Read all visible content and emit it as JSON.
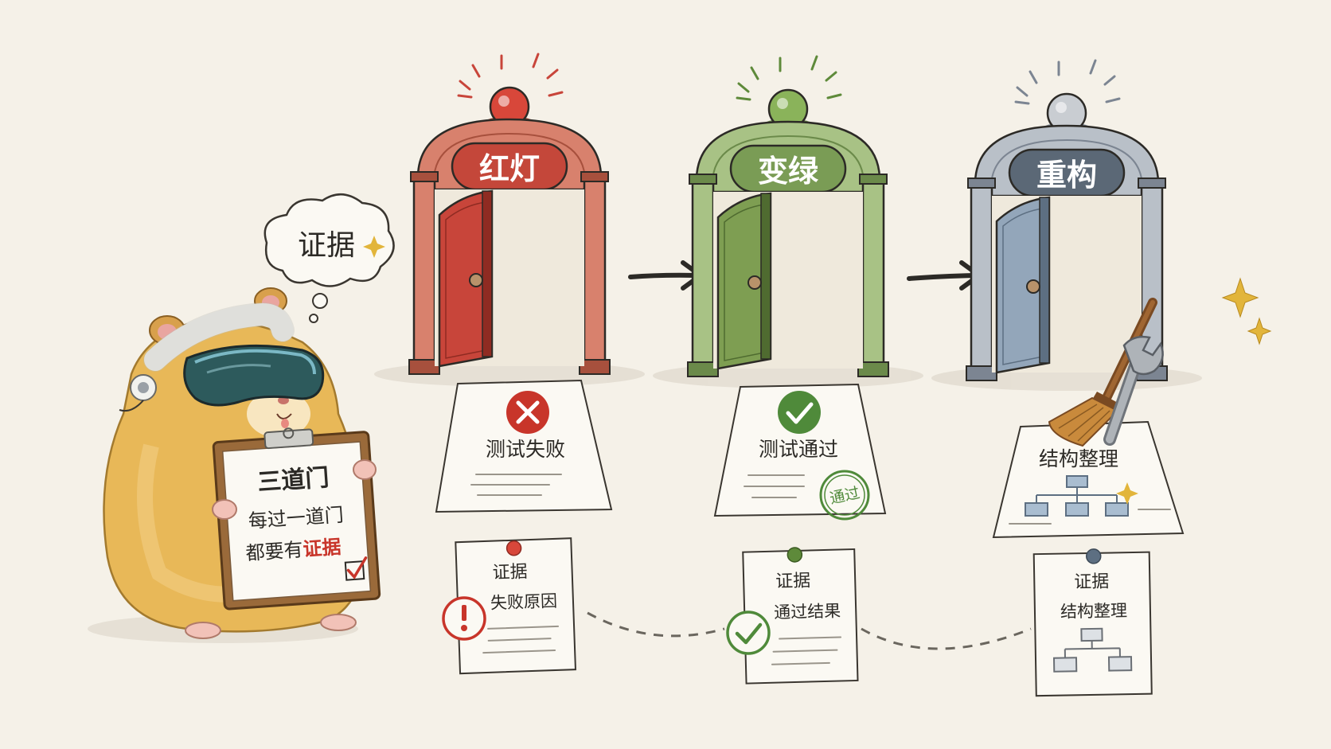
{
  "thought_bubble": {
    "text": "证据"
  },
  "hamster_sign": {
    "line1": "三道门",
    "line2": "每过一道门",
    "line3_prefix": "都要有",
    "line3_highlight": "证据"
  },
  "gates": [
    {
      "label": "红灯",
      "colors": {
        "arch": "#d8816d",
        "arch_dark": "#a7503d",
        "banner": "#c4473a",
        "door": "#c8453a",
        "door_dark": "#8f2b22",
        "lamp": "#d8473a",
        "rays": "#c8453a"
      },
      "card_title": "测试失败",
      "card_icon": "cross-icon",
      "evidence_title": "证据",
      "evidence_text": "失败原因",
      "evidence_icon": "exclamation-icon",
      "pin_color": "#d8473a"
    },
    {
      "label": "变绿",
      "colors": {
        "arch": "#a8c285",
        "arch_dark": "#6b8a4a",
        "banner": "#7a9c55",
        "door": "#7e9e52",
        "door_dark": "#4f6b30",
        "lamp": "#8ab35a",
        "rays": "#5e8a3a"
      },
      "card_title": "测试通过",
      "card_icon": "check-icon",
      "card_stamp": "通过",
      "evidence_title": "证据",
      "evidence_text": "通过结果",
      "evidence_icon": "check-icon",
      "pin_color": "#5e8a3a"
    },
    {
      "label": "重构",
      "colors": {
        "arch": "#b9c0c8",
        "arch_dark": "#7c8592",
        "banner": "#5b6876",
        "door": "#93a6ba",
        "door_dark": "#5d6f82",
        "lamp": "#c9cdd2",
        "rays": "#7c8592"
      },
      "card_title": "结构整理",
      "card_icon": "tree-diagram-icon",
      "evidence_title": "证据",
      "evidence_text": "结构整理",
      "evidence_icon": "tree-diagram-icon",
      "pin_color": "#5d6f82"
    }
  ],
  "accent": {
    "red": "#c8352a",
    "green": "#4f8a3a",
    "ink": "#2c2a26",
    "paper": "#fbf9f3",
    "sparkle": "#e2b53b"
  }
}
